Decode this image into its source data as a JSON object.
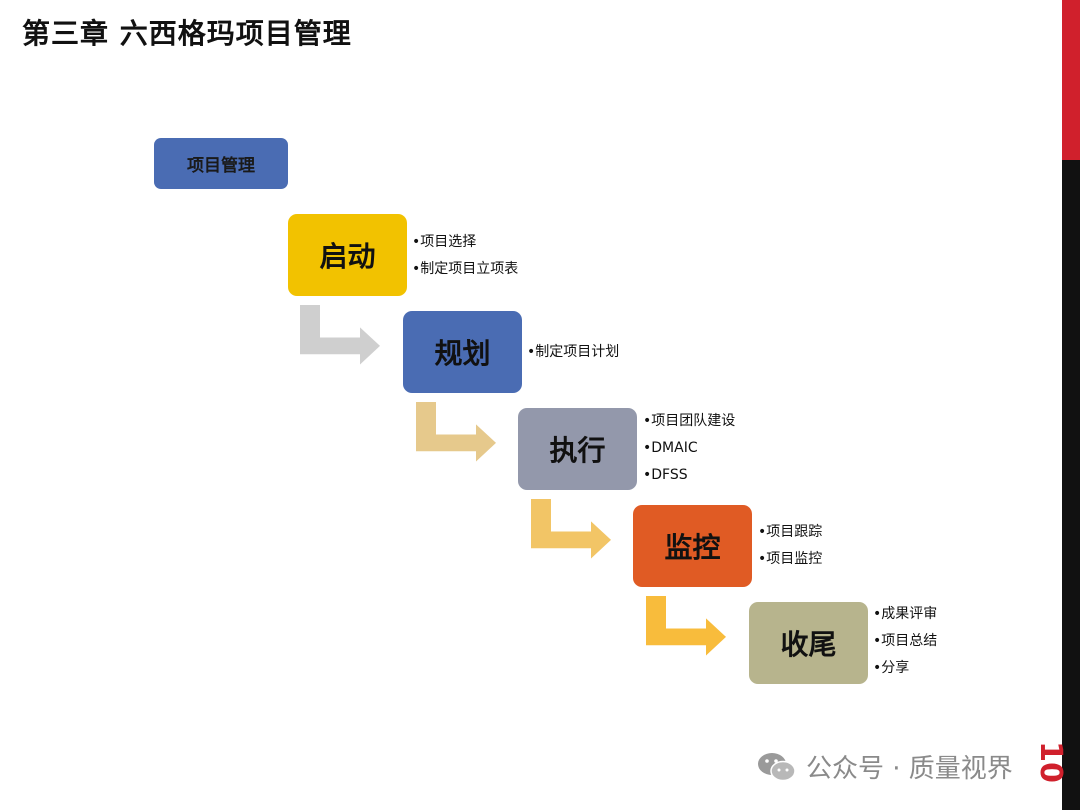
{
  "title": "第三章  六西格玛项目管理",
  "root": "项目管理",
  "stages": [
    {
      "label": "启动",
      "bullets": [
        "•项目选择",
        "•制定项目立项表"
      ]
    },
    {
      "label": "规划",
      "bullets": [
        "•制定项目计划"
      ]
    },
    {
      "label": "执行",
      "bullets": [
        "•项目团队建设",
        "•DMAIC",
        "•DFSS"
      ]
    },
    {
      "label": "监控",
      "bullets": [
        "•项目跟踪",
        "•项目监控"
      ]
    },
    {
      "label": "收尾",
      "bullets": [
        "•成果评审",
        "•项目总结",
        "•分享"
      ]
    }
  ],
  "page_number": "10",
  "watermark": "公众号 · 质量视界",
  "colors": {
    "root": "#4a6cb3",
    "stage_1": "#f2c200",
    "stage_2": "#4a6cb3",
    "stage_3": "#9398ab",
    "stage_4": "#e05b24",
    "stage_5": "#b7b48d",
    "arrow_1": "#cfcfcf",
    "arrow_2": "#e6c98c",
    "arrow_3": "#f2c566",
    "arrow_4": "#f8bc3c",
    "accent_red": "#d0202c"
  },
  "icons": [
    "wechat-icon"
  ]
}
